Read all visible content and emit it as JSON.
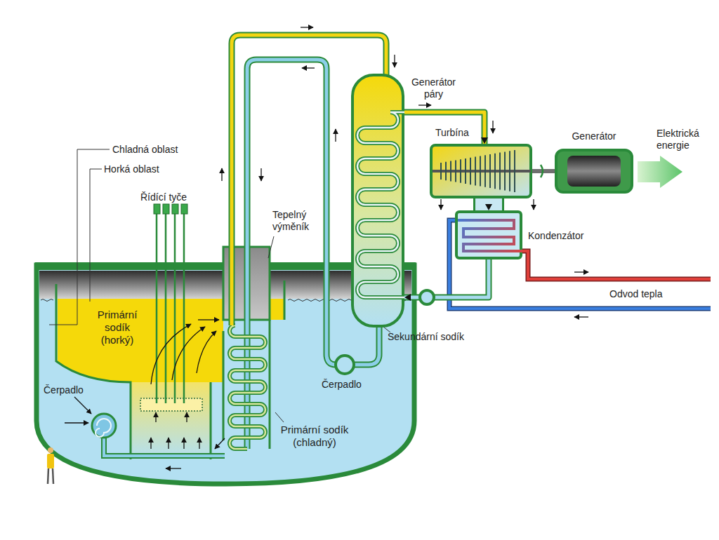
{
  "diagram": {
    "nodes": [
      {
        "text": [
          "Generátor páry"
        ]
      },
      {
        "text": [
          "Turbína"
        ]
      },
      {
        "text": [
          "Generátor"
        ]
      },
      {
        "text": [
          "Kondenzátor"
        ]
      }
    ],
    "edges": [
      {
        "from": 0,
        "to": 1,
        "arrow": "to"
      },
      {
        "from": 1,
        "to": 2,
        "arrow": "none"
      },
      {
        "from": 1,
        "to": 3,
        "arrow": "to"
      },
      {
        "from": 3,
        "to": 0,
        "arrow": "to"
      }
    ],
    "labels": [
      "Chladná oblast",
      "Horká oblast",
      "Řídící tyče",
      "Tepelný výměník",
      "Primární sodík (horký)",
      "Čerpadlo",
      "Čerpadlo",
      "Primární sodík (chladný)",
      "Sekundární sodík",
      "Elektrická energie",
      "Odvod tepla"
    ]
  }
}
